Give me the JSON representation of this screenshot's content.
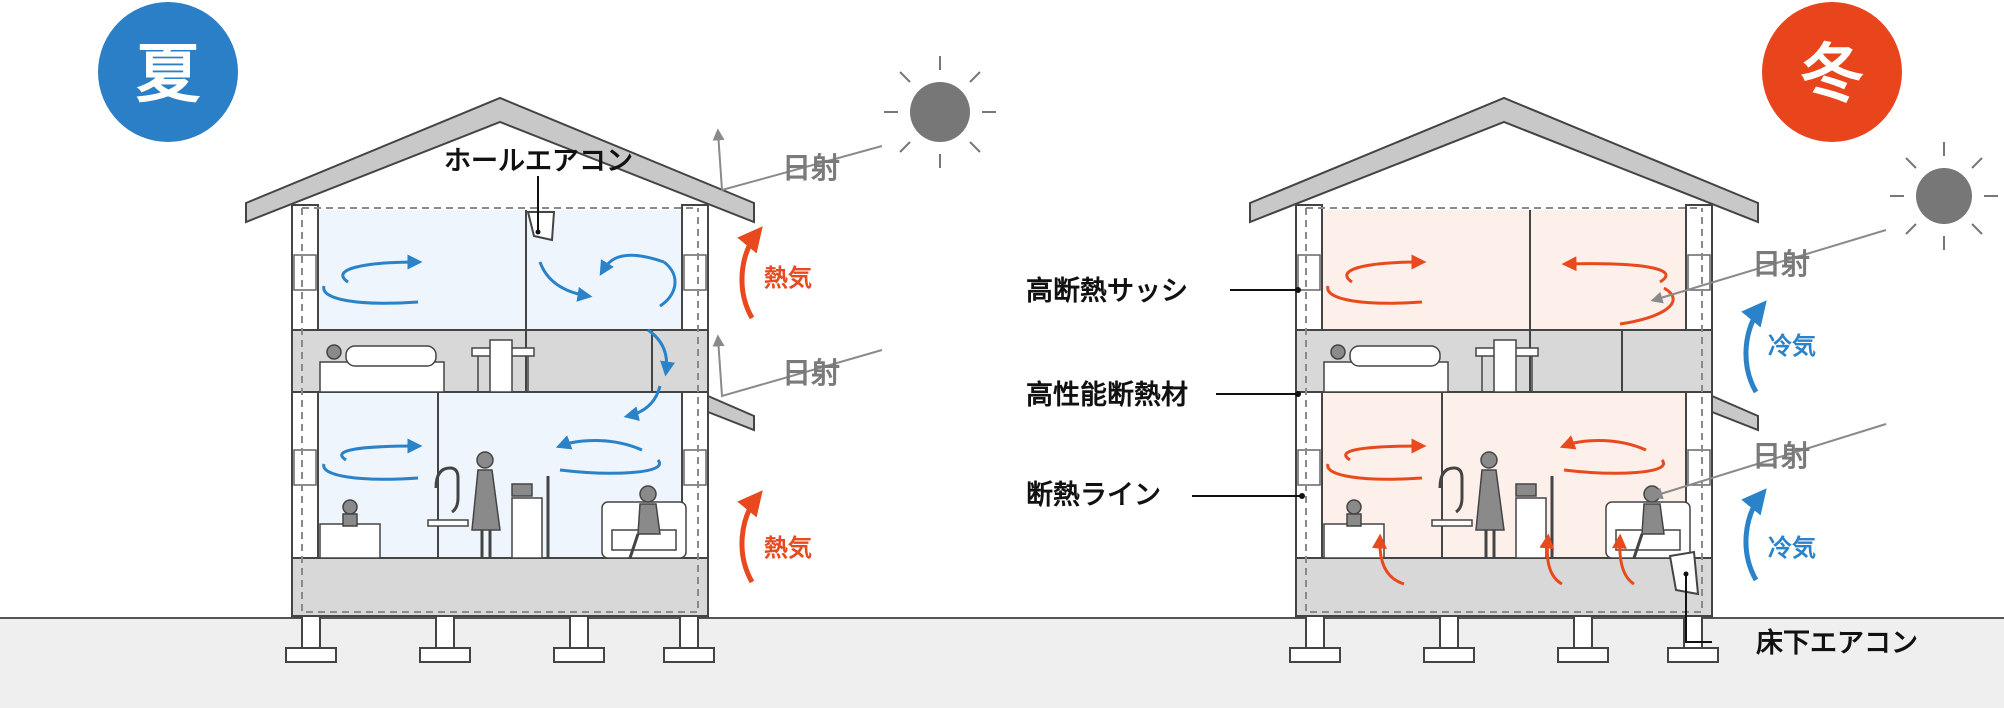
{
  "colors": {
    "summer": "#2a7fc6",
    "winter": "#e8451c",
    "summer_arrow": "#2a82c8",
    "winter_arrow": "#e84a1e",
    "summer_interior": "#eef5fd",
    "winter_interior": "#fdf0ea",
    "roof": "#c8c8c8",
    "ground": "#efefef",
    "sun": "#777777",
    "label_gray": "#7a7a7a"
  },
  "summer": {
    "badge": "夏",
    "hall_ac_label": "ホールエアコン",
    "solar_upper": "日射",
    "solar_lower": "日射",
    "heat_upper": "熱気",
    "heat_lower": "熱気"
  },
  "winter": {
    "badge": "冬",
    "sash_label": "高断熱サッシ",
    "insulation_label": "高性能断熱材",
    "line_label": "断熱ライン",
    "solar_upper": "日射",
    "solar_lower": "日射",
    "cold_upper": "冷気",
    "cold_lower": "冷気",
    "floor_ac_label": "床下エアコン"
  },
  "icons": [
    "sun-icon",
    "air-conditioner-icon",
    "bed-icon",
    "desk-icon",
    "shower-icon",
    "person-icon",
    "sofa-icon"
  ]
}
